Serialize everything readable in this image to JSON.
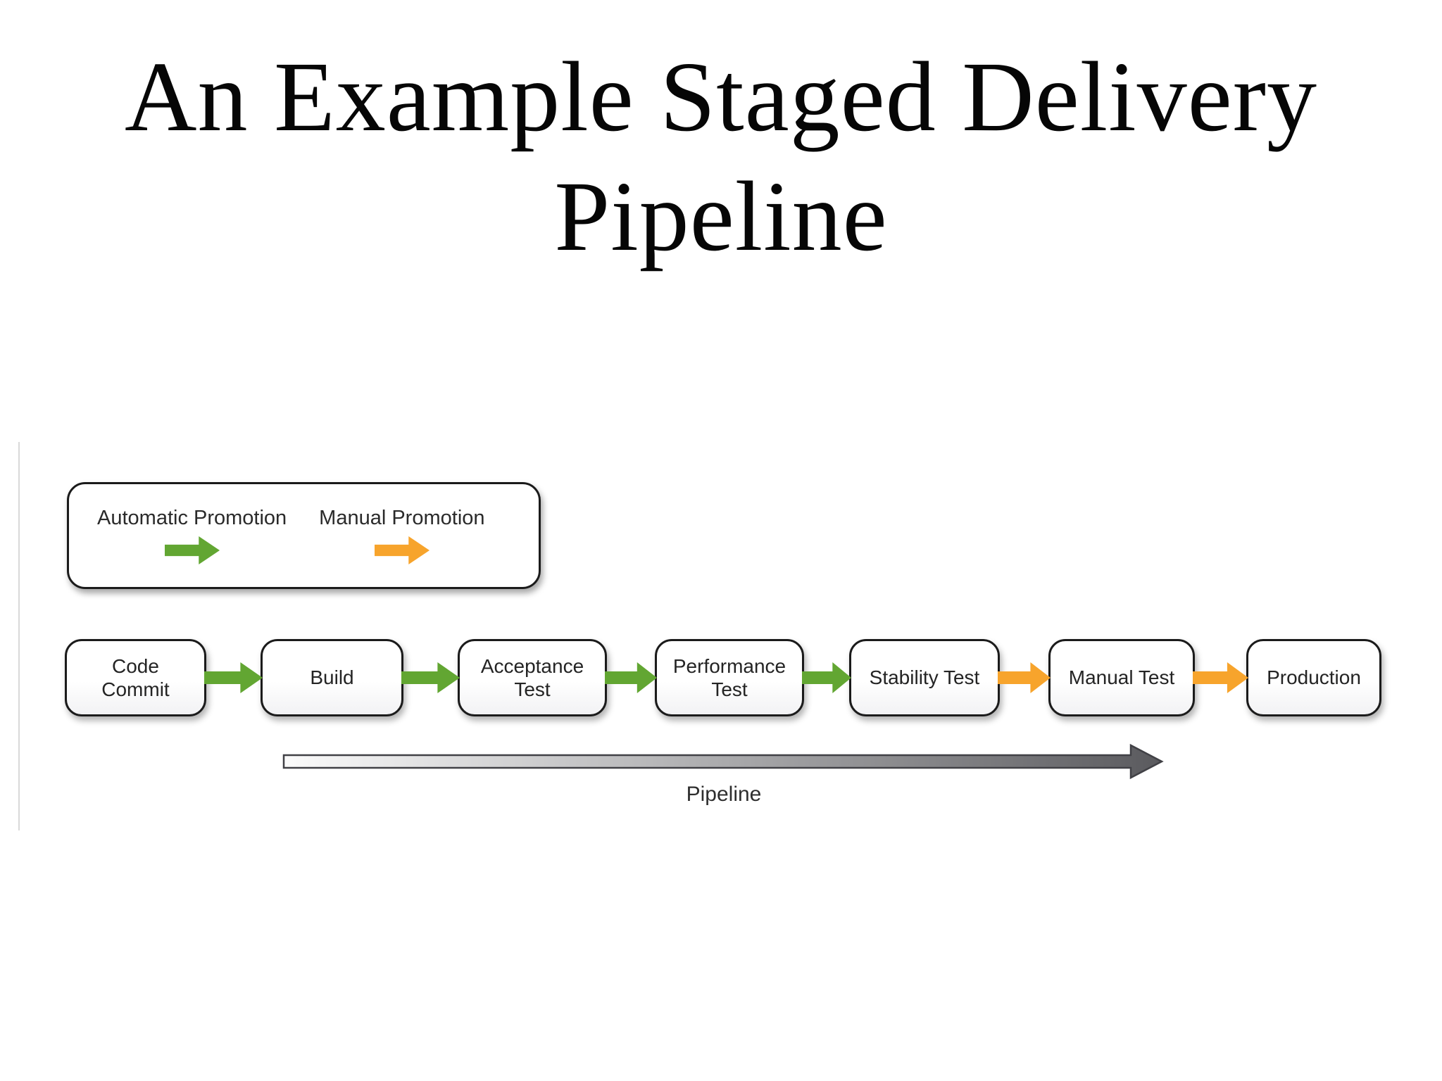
{
  "slide": {
    "title_line1": "An Example Staged Delivery",
    "title_line2": "Pipeline"
  },
  "legend": {
    "items": [
      {
        "label": "Automatic Promotion",
        "type": "automatic"
      },
      {
        "label": "Manual Promotion",
        "type": "manual"
      }
    ]
  },
  "pipeline": {
    "stages": [
      {
        "label": "Code\nCommit"
      },
      {
        "label": "Build"
      },
      {
        "label": "Acceptance\nTest"
      },
      {
        "label": "Performance\nTest"
      },
      {
        "label": "Stability Test"
      },
      {
        "label": "Manual Test"
      },
      {
        "label": "Production"
      }
    ],
    "transitions": [
      "automatic",
      "automatic",
      "automatic",
      "automatic",
      "manual",
      "manual"
    ],
    "axis_label": "Pipeline"
  },
  "colors": {
    "automatic": "#62a632",
    "manual": "#f7a42c",
    "box_border": "#1b1b1b",
    "axis_gradient_start": "#fbfbfb",
    "axis_gradient_end": "#5a5a5e",
    "axis_stroke": "#414146"
  }
}
